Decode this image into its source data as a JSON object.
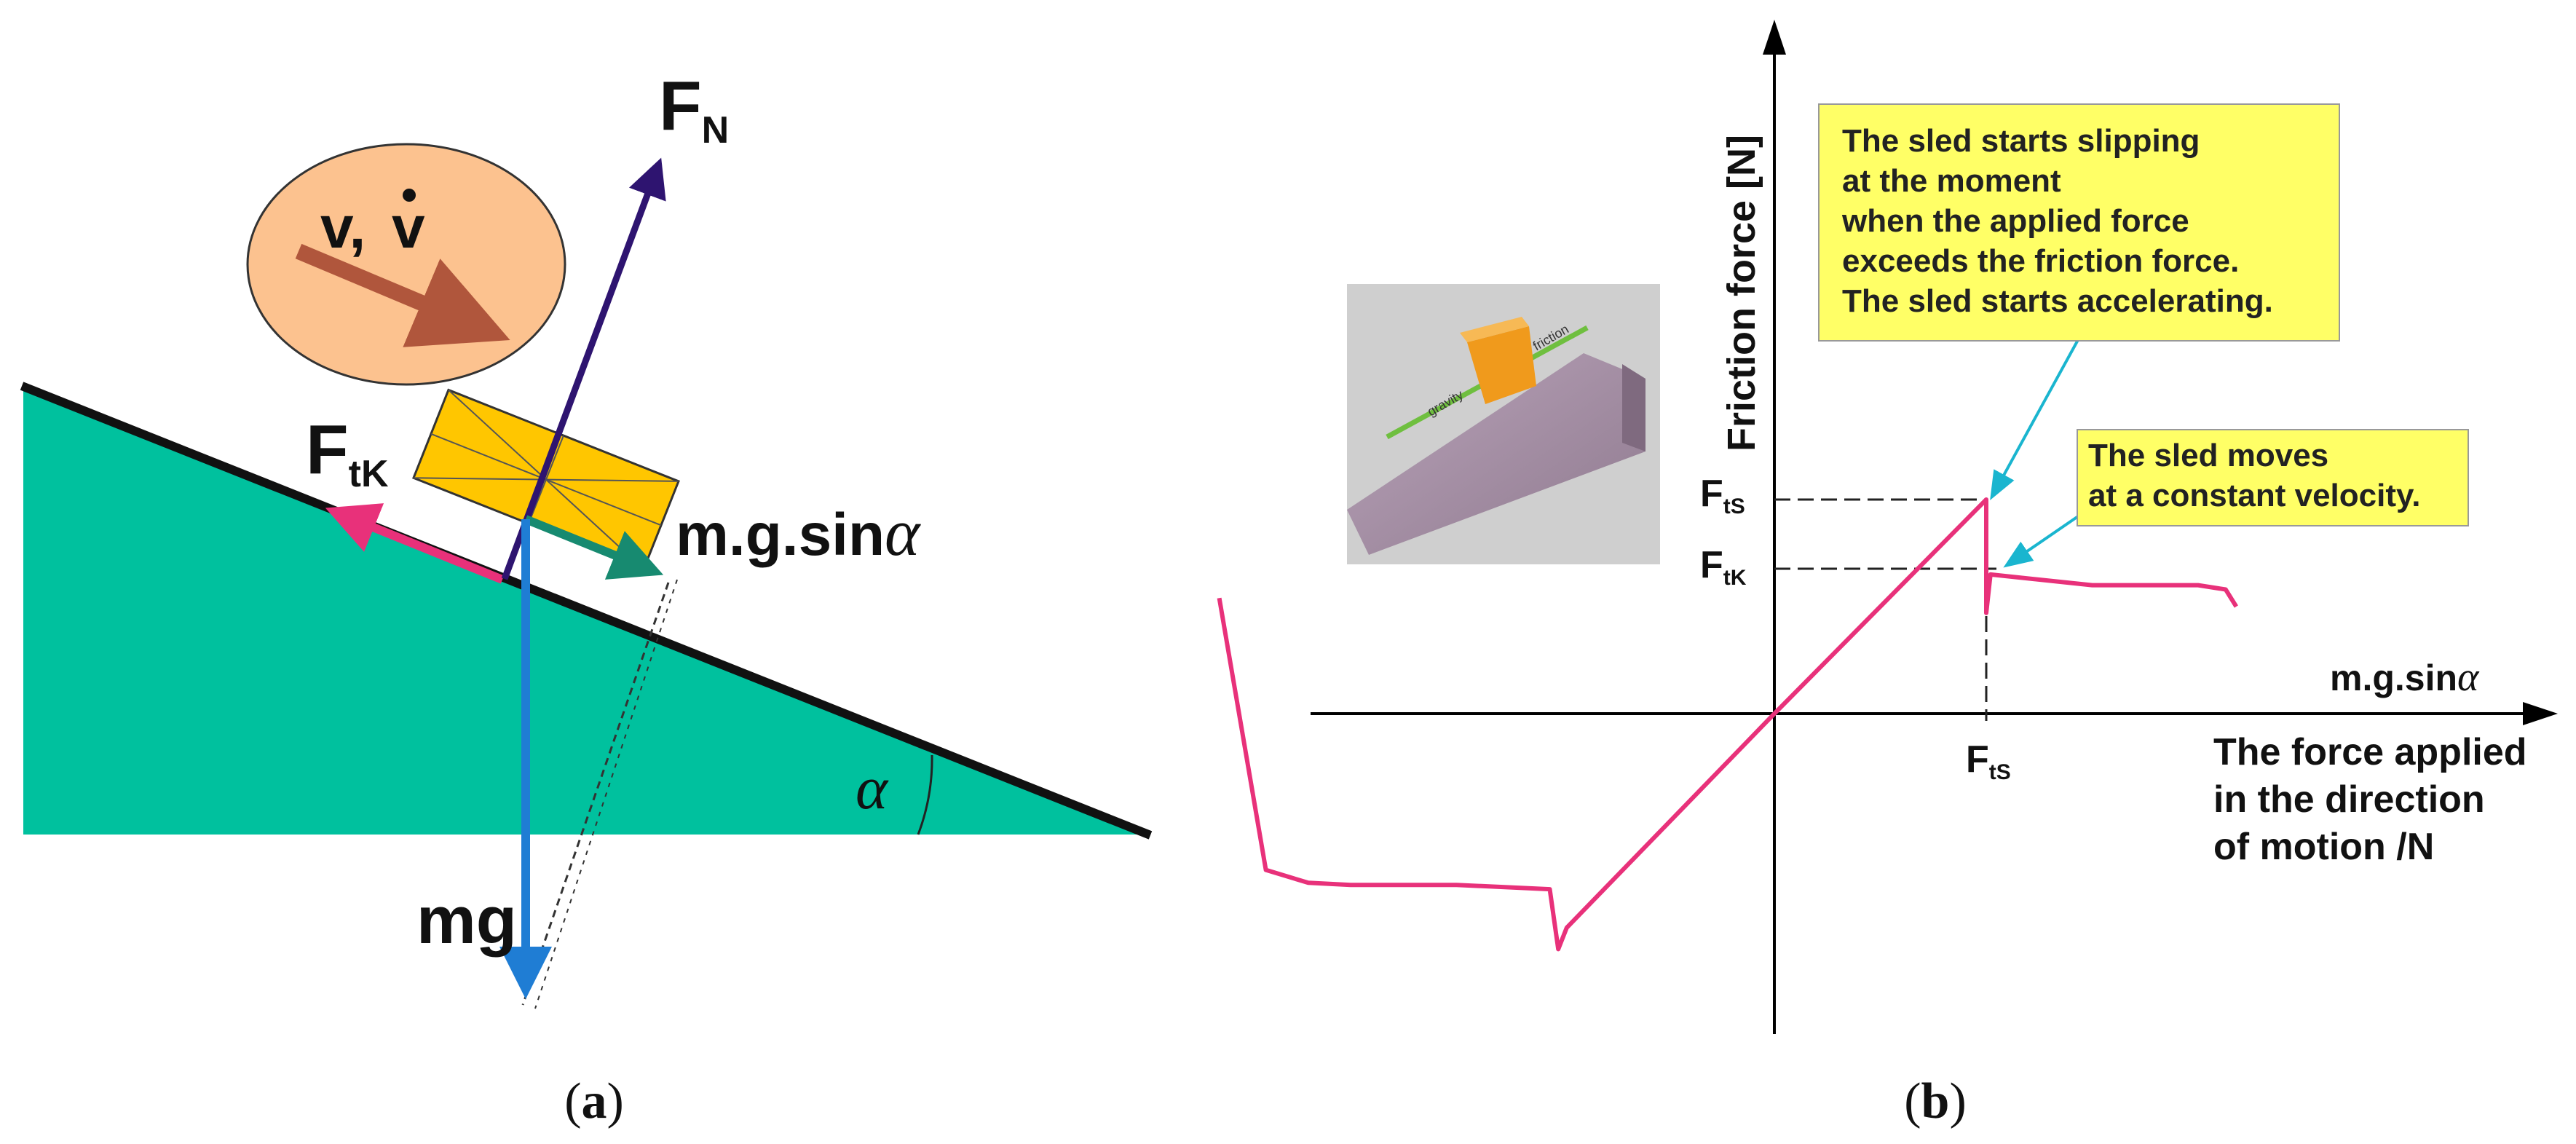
{
  "panel_a": {
    "caption_letter": "a",
    "velocity_label": "v,",
    "velocity_dot_label": "v",
    "normal_force": {
      "main": "F",
      "sub": "N"
    },
    "friction_force": {
      "main": "F",
      "sub": "tK"
    },
    "parallel_component": {
      "main": "m.g.sin",
      "greek": "α"
    },
    "weight": "mg",
    "angle": "α",
    "colors": {
      "incline": "#00c19e",
      "block": "#ffc600",
      "bubble": "#fcc28f",
      "velocity_arrow": "#b0563c",
      "normal_arrow": "#2e1470",
      "friction_arrow": "#e8317a",
      "parallel_arrow": "#178a70",
      "weight_arrow": "#1f7dd4"
    }
  },
  "panel_b": {
    "caption_letter": "b",
    "y_axis_label": "Friction force [N]",
    "x_axis_label": {
      "main": "m.g.sin",
      "greek": "α"
    },
    "x_axis_description": [
      "The force applied",
      "in the direction",
      "of motion /N"
    ],
    "static_friction_label": {
      "main": "F",
      "sub": "tS"
    },
    "kinetic_friction_label": {
      "main": "F",
      "sub": "tK"
    },
    "x_tick_label": {
      "main": "F",
      "sub": "tS"
    },
    "callout_slip": [
      "The sled starts slipping",
      "at the moment",
      "when the applied force",
      "exceeds the friction force.",
      "The sled starts accelerating."
    ],
    "callout_constant": [
      "The sled moves",
      "at a constant velocity."
    ],
    "inset_labels": {
      "left": "gravity",
      "right": "friction"
    },
    "colors": {
      "curve": "#e8317a",
      "callout_fill": "#ffff66",
      "callout_pointer": "#1ab5cf"
    }
  },
  "chart_data": {
    "type": "line",
    "title": "",
    "xlabel": "m.g.sinα — The force applied in the direction of motion /N",
    "ylabel": "Friction force [N]",
    "x_ticks": [
      "FtS"
    ],
    "y_ticks": [
      "FtS",
      "FtK"
    ],
    "series": [
      {
        "x": [
          -2.62,
          -2.4,
          -2.2,
          -2.0,
          -1.5,
          -1.06,
          -1.02,
          -0.98,
          0.0,
          1.0,
          1.0,
          1.02,
          1.5,
          2.0,
          2.13,
          2.18
        ],
        "y": [
          0.54,
          -0.73,
          -0.79,
          -0.8,
          -0.8,
          -0.82,
          -1.1,
          -1.0,
          0.0,
          1.0,
          0.47,
          0.65,
          0.6,
          0.6,
          0.58,
          0.5
        ]
      }
    ],
    "annotations": [
      "The sled starts slipping at the moment when the applied force exceeds the friction force. The sled starts accelerating.",
      "The sled moves at a constant velocity."
    ]
  }
}
